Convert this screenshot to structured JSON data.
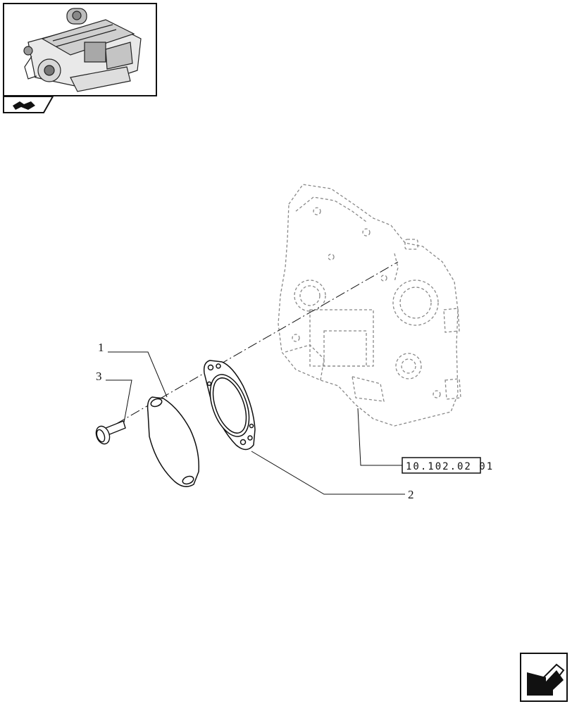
{
  "callouts": {
    "part_1": "1",
    "part_2": "2",
    "part_3": "3"
  },
  "reference": {
    "code": "10.102.02 01"
  },
  "icons": {
    "thumbnail": "engine-thumbnail-icon",
    "tab": "engine-tab-icon",
    "nav": "next-page-arrow-icon"
  },
  "colors": {
    "ink": "#111111",
    "paper": "#ffffff"
  }
}
